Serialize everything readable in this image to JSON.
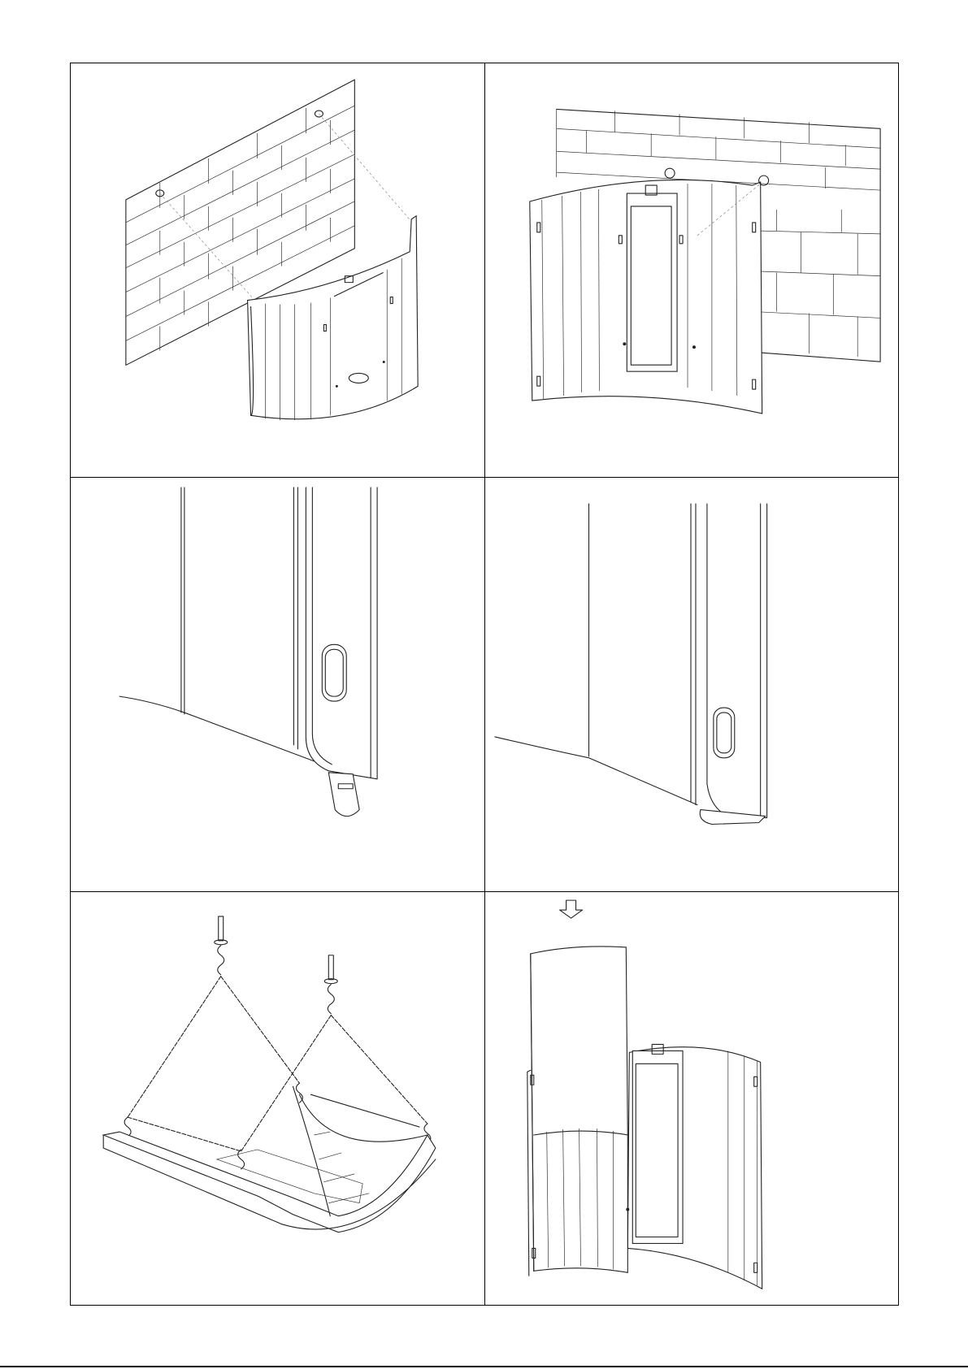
{
  "figure_panels": [
    {
      "id": 1,
      "icon": "wall-mounting-overview-icon"
    },
    {
      "id": 2,
      "icon": "guard-mounted-on-wall-icon"
    },
    {
      "id": 3,
      "icon": "guard-edge-detail-icon"
    },
    {
      "id": 4,
      "icon": "guard-foot-detail-icon"
    },
    {
      "id": 5,
      "icon": "ceiling-chain-suspension-icon"
    },
    {
      "id": 6,
      "icon": "slide-down-sleeve-icon"
    }
  ],
  "colors": {
    "line": "#222222",
    "border": "#000000",
    "background": "#ffffff"
  }
}
